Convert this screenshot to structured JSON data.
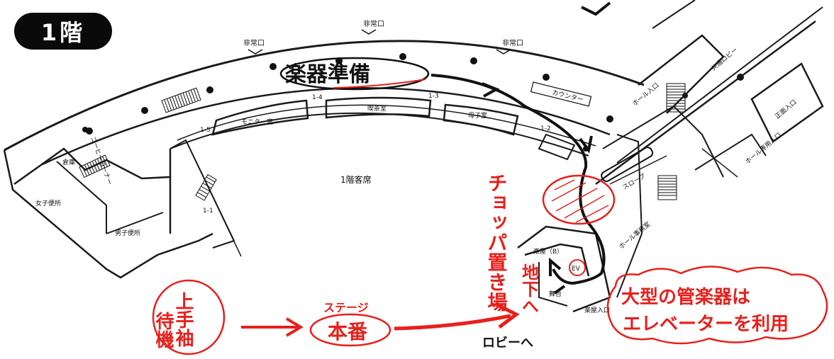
{
  "floor_label": "1階",
  "plan": {
    "exits": [
      "非常口",
      "非常口",
      "非常口"
    ],
    "rooms": {
      "monitor": "モニター室",
      "lounge": "喫茶室",
      "nursing": "母子室",
      "counter": "カウンター",
      "coffee": "コーヒーコーナー",
      "storage": "倉庫",
      "womens_restroom": "女子便所",
      "mens_restroom": "男子便所",
      "hall_entrance": "ホール入口",
      "common_lobby": "共通ロビー",
      "main_entrance": "正面入口",
      "slope": "スロープ",
      "hall_office": "ホール事務室",
      "prop_room": "楽屋（B）",
      "stage_wing": "舞台",
      "stage_door": "楽屋入口",
      "hall_dedicated_entrance": "ホール専用入口",
      "elevator": "EV",
      "seating": "1階客席"
    },
    "doors": [
      "1-5",
      "1-4",
      "1-3",
      "1-2",
      "1-1"
    ]
  },
  "annotations": {
    "instrument_prep": "楽器準備",
    "chopper_area": "チョッパ置き場",
    "to_basement": "地下へ",
    "waiting_line1": "上手袖",
    "waiting_line2": "待機",
    "stage_label": "ステージ",
    "performance": "本番",
    "to_lobby": "ロビーへ",
    "notice_line1": "大型の管楽器は",
    "notice_line2": "エレベーターを利用"
  },
  "colors": {
    "ink": "#111111",
    "red_pen": "#e8201c",
    "wall": "#1a1a1a"
  }
}
